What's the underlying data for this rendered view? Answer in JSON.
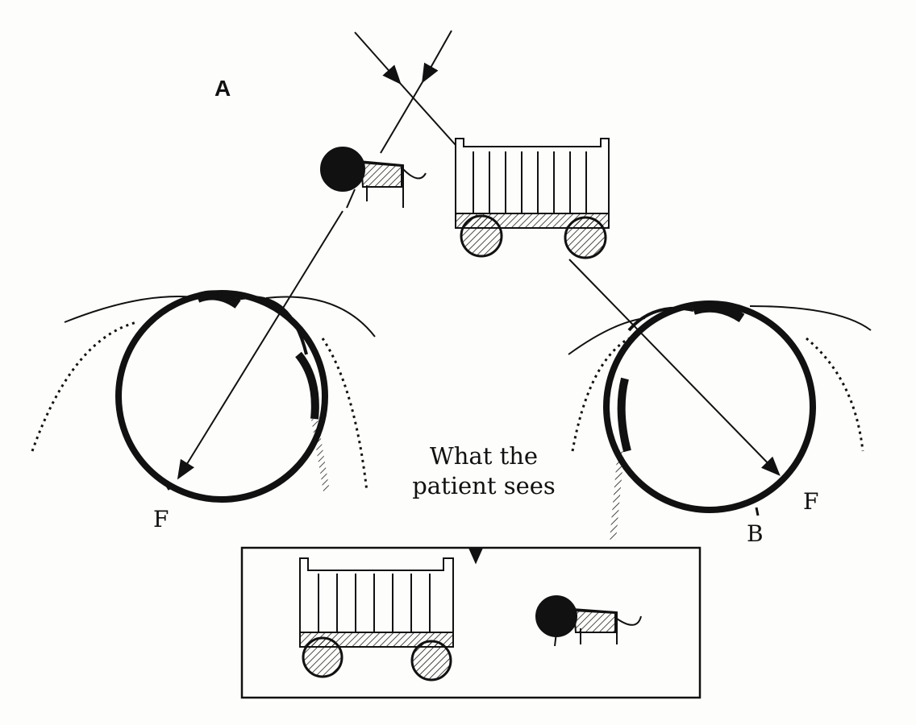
{
  "labels": {
    "panel": "A",
    "left_focus": "F",
    "right_focus": "F",
    "right_blind": "B",
    "caption": "What the patient sees"
  },
  "colors": {
    "ink": "#111111",
    "paper": "#fdfdfb"
  }
}
